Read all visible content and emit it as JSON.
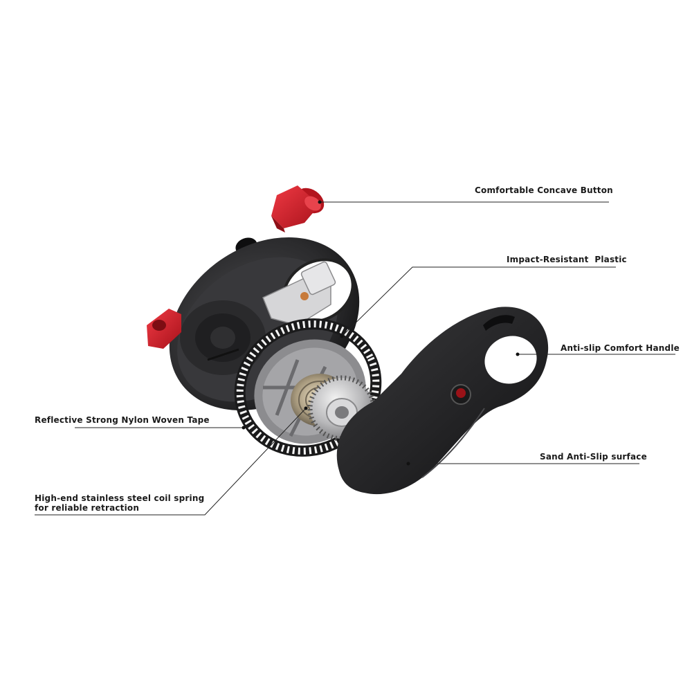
{
  "colors": {
    "accent_red": "#d81f2a",
    "housing_dark": "#2e2e30",
    "metal_light": "#c9c9cb",
    "leader_line": "#222222"
  },
  "callouts": {
    "button": "Comfortable Concave Button",
    "plastic": "Impact-Resistant  Plastic",
    "handle": "Anti-slip Comfort Handle",
    "tape": "Reflective Strong Nylon Woven Tape",
    "surface": "Sand Anti-Slip surface",
    "spring_line1": "High-end stainless steel coil spring",
    "spring_line2": "for reliable retraction"
  }
}
